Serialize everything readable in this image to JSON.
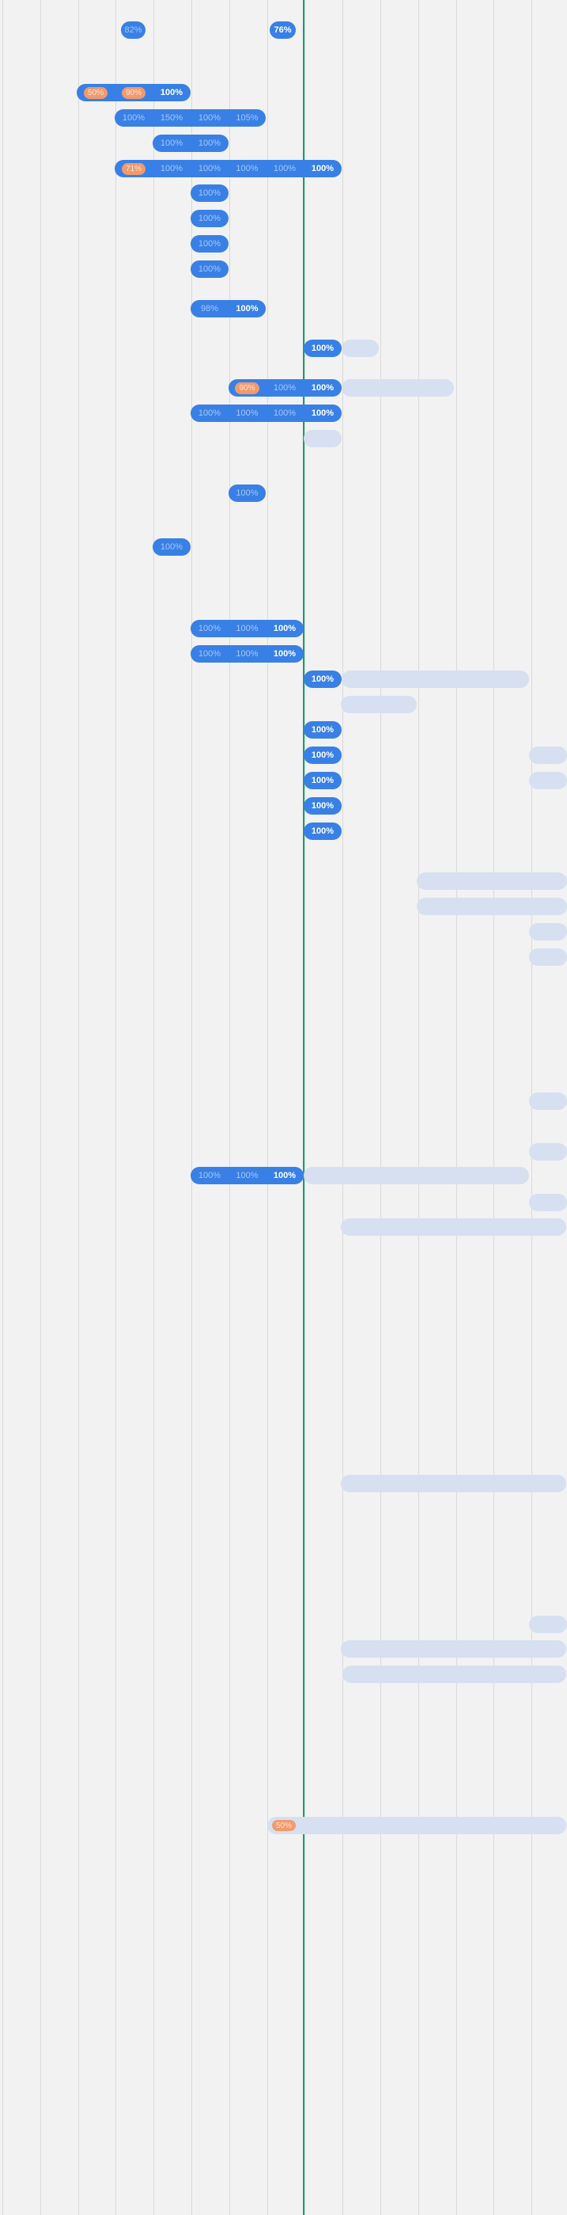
{
  "timeline": {
    "rows": [
      {
        "bars": [
          {
            "kind": "progress",
            "segments": [
              {
                "value": "82%",
                "state": "past"
              }
            ]
          }
        ]
      },
      {
        "bars": [
          {
            "kind": "progress",
            "segments": [
              {
                "value": "76%",
                "state": "current"
              }
            ]
          }
        ]
      },
      {
        "bars": [
          {
            "kind": "progress",
            "segments": [
              {
                "value": "50%",
                "state": "warn"
              },
              {
                "value": "90%",
                "state": "warn"
              },
              {
                "value": "100%",
                "state": "current"
              }
            ]
          }
        ]
      },
      {
        "bars": [
          {
            "kind": "progress",
            "segments": [
              {
                "value": "100%",
                "state": "past"
              },
              {
                "value": "150%",
                "state": "past"
              },
              {
                "value": "100%",
                "state": "past"
              },
              {
                "value": "105%",
                "state": "past"
              }
            ]
          }
        ]
      },
      {
        "bars": [
          {
            "kind": "progress",
            "segments": [
              {
                "value": "100%",
                "state": "past"
              },
              {
                "value": "100%",
                "state": "past"
              }
            ]
          }
        ]
      },
      {
        "bars": [
          {
            "kind": "progress",
            "segments": [
              {
                "value": "71%",
                "state": "warn"
              },
              {
                "value": "100%",
                "state": "past"
              },
              {
                "value": "100%",
                "state": "past"
              },
              {
                "value": "100%",
                "state": "past"
              },
              {
                "value": "100%",
                "state": "past"
              },
              {
                "value": "100%",
                "state": "current"
              }
            ]
          }
        ]
      },
      {
        "bars": [
          {
            "kind": "progress",
            "segments": [
              {
                "value": "100%",
                "state": "past"
              }
            ]
          }
        ]
      },
      {
        "bars": [
          {
            "kind": "progress",
            "segments": [
              {
                "value": "100%",
                "state": "past"
              }
            ]
          }
        ]
      },
      {
        "bars": [
          {
            "kind": "progress",
            "segments": [
              {
                "value": "100%",
                "state": "past"
              }
            ]
          }
        ]
      },
      {
        "bars": [
          {
            "kind": "progress",
            "segments": [
              {
                "value": "100%",
                "state": "past"
              }
            ]
          }
        ]
      },
      {
        "bars": [
          {
            "kind": "progress",
            "segments": [
              {
                "value": "98%",
                "state": "past"
              },
              {
                "value": "100%",
                "state": "current"
              }
            ]
          }
        ]
      },
      {
        "bars": [
          {
            "kind": "progress",
            "segments": [
              {
                "value": "100%",
                "state": "current"
              }
            ]
          },
          {
            "kind": "planned"
          }
        ]
      },
      {
        "bars": [
          {
            "kind": "progress",
            "segments": [
              {
                "value": "90%",
                "state": "warn"
              },
              {
                "value": "100%",
                "state": "past"
              },
              {
                "value": "100%",
                "state": "current"
              }
            ]
          },
          {
            "kind": "planned"
          }
        ]
      },
      {
        "bars": [
          {
            "kind": "progress",
            "segments": [
              {
                "value": "100%",
                "state": "past"
              },
              {
                "value": "100%",
                "state": "past"
              },
              {
                "value": "100%",
                "state": "past"
              },
              {
                "value": "100%",
                "state": "current"
              }
            ]
          }
        ]
      },
      {
        "bars": [
          {
            "kind": "planned"
          }
        ]
      },
      {
        "bars": [
          {
            "kind": "progress",
            "segments": [
              {
                "value": "100%",
                "state": "past"
              }
            ]
          }
        ]
      },
      {
        "bars": [
          {
            "kind": "progress",
            "segments": [
              {
                "value": "100%",
                "state": "past"
              }
            ]
          }
        ]
      },
      {
        "bars": [
          {
            "kind": "progress",
            "segments": [
              {
                "value": "100%",
                "state": "past"
              },
              {
                "value": "100%",
                "state": "past"
              },
              {
                "value": "100%",
                "state": "current"
              }
            ]
          }
        ]
      },
      {
        "bars": [
          {
            "kind": "progress",
            "segments": [
              {
                "value": "100%",
                "state": "past"
              },
              {
                "value": "100%",
                "state": "past"
              },
              {
                "value": "100%",
                "state": "current"
              }
            ]
          }
        ]
      },
      {
        "bars": [
          {
            "kind": "progress",
            "segments": [
              {
                "value": "100%",
                "state": "current"
              }
            ]
          },
          {
            "kind": "planned"
          }
        ]
      },
      {
        "bars": [
          {
            "kind": "planned"
          }
        ]
      },
      {
        "bars": [
          {
            "kind": "progress",
            "segments": [
              {
                "value": "100%",
                "state": "current"
              }
            ]
          }
        ]
      },
      {
        "bars": [
          {
            "kind": "progress",
            "segments": [
              {
                "value": "100%",
                "state": "current"
              }
            ]
          },
          {
            "kind": "planned"
          }
        ]
      },
      {
        "bars": [
          {
            "kind": "progress",
            "segments": [
              {
                "value": "100%",
                "state": "current"
              }
            ]
          },
          {
            "kind": "planned"
          }
        ]
      },
      {
        "bars": [
          {
            "kind": "progress",
            "segments": [
              {
                "value": "100%",
                "state": "current"
              }
            ]
          }
        ]
      },
      {
        "bars": [
          {
            "kind": "progress",
            "segments": [
              {
                "value": "100%",
                "state": "current"
              }
            ]
          }
        ]
      },
      {
        "bars": [
          {
            "kind": "planned"
          }
        ]
      },
      {
        "bars": [
          {
            "kind": "planned"
          }
        ]
      },
      {
        "bars": [
          {
            "kind": "planned"
          }
        ]
      },
      {
        "bars": [
          {
            "kind": "planned"
          }
        ]
      },
      {
        "bars": [
          {
            "kind": "planned"
          }
        ]
      },
      {
        "bars": [
          {
            "kind": "planned"
          }
        ]
      },
      {
        "bars": [
          {
            "kind": "progress",
            "segments": [
              {
                "value": "100%",
                "state": "past"
              },
              {
                "value": "100%",
                "state": "past"
              },
              {
                "value": "100%",
                "state": "current"
              }
            ]
          },
          {
            "kind": "planned"
          }
        ]
      },
      {
        "bars": [
          {
            "kind": "planned"
          }
        ]
      },
      {
        "bars": [
          {
            "kind": "planned"
          }
        ]
      },
      {
        "bars": [
          {
            "kind": "planned"
          }
        ]
      },
      {
        "bars": [
          {
            "kind": "planned"
          }
        ]
      },
      {
        "bars": [
          {
            "kind": "planned"
          }
        ]
      },
      {
        "bars": [
          {
            "kind": "planned"
          }
        ]
      },
      {
        "bars": [
          {
            "kind": "planned",
            "badge": "50%"
          }
        ]
      }
    ]
  },
  "colors": {
    "background": "#f2f2f2",
    "gridline": "#d9d9d9",
    "today_line": "#12a36a",
    "progress": "#3880e6",
    "planned": "#d6e0f1",
    "past_text": "#a8c6f4",
    "current_text": "#ffffff",
    "warning": "#f19a6d"
  }
}
